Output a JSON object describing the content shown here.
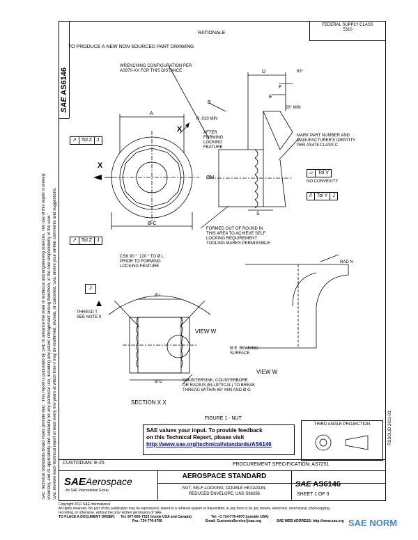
{
  "header": {
    "rationale_label": "RATIONALE",
    "feedback_box_line1": "FEDERAL SUPPLY CLASS",
    "feedback_box_line2": "5310",
    "rationale_text": "TO PRODUCE A NEW NON SOURCED PART DRAWING"
  },
  "side": {
    "doc_number": "AS6146",
    "sae_mark": "SAE",
    "notice_line1": "SAE Technical Standards Board Rules provide that: \"This report is published by SAE to advance the state of technical and engineering sciences. The use of this report is entirely",
    "notice_line2": "voluntary, and its applicability and suitability for any particular use, including any patent infringement arising therefrom, is the sole responsibility of the user.\"",
    "notice_line3": "SAE reviews each technical report at least every five years at which time it may be reaffirmed, revised, or cancelled. SAE invites your written comments and suggestions.",
    "right_code": "RSSOLID 2011-03"
  },
  "drawing": {
    "wrenching_note": "WRENCHING CONFIGURATION PER\nAS870-XX FOR THIS DISTANCE",
    "dim_A": "A",
    "dim_B": "B",
    "dim_D": "D",
    "dim_E": "E",
    "dim_F": "F",
    "dim_S": "S",
    "angle_63": "63°",
    "angle_28": "28° MIN",
    "r010": "R .010 MIN",
    "after_forming": "AFTER\nFORMING\nLOCKING\nFEATURE",
    "mark_note": "MARK PART NUMBER AND\nMANUFACTURER'S IDENTITY\nPER AS478 CLASS C",
    "tol_v": "Tol V",
    "no_convexity": "NO CONVEXITY",
    "tol_y": "Tol Y",
    "ref_J": "J",
    "tol_z_top": "Tol Z",
    "tol_z_bottom": "Tol Z",
    "dia_M": "ØM",
    "dia_C": "Ø C",
    "x_label": "X",
    "formed_note": "FORMED OUT OF ROUND IN\nTHIS AREA TO ACHIEVE SELF\nLOCKING REQUIREMENT\nTOOLING MARKS PERMISSIBLE",
    "csk_note": "CSK 90 °  120 ° TO Ø L\nPRIOR TO FORMING\nLOCKING FEATURE",
    "thread_note": "THREAD T\nSEE NOTE 9",
    "dia_I": "Ø I",
    "dia_G": "Ø G",
    "view_w_callout": "VIEW  W",
    "bearing_note": "Ø E  BEARING\nSURFACE",
    "view_w_title": "VIEW  W",
    "rad_n": "RAD N",
    "countersink_note": "COUNTERSINK, COUNTERBORE\nOR RADIUS (ELLIPTICAL) TO BREAK\nTHREAD WITHIN 85° MIN AND Ø G",
    "section_xx": "SECTION X  X",
    "figure_caption": "FIGURE 1 - NUT",
    "third_angle": "THIRD ANGLE PROJECTION"
  },
  "feedback": {
    "line1": "SAE values your input. To provide feedback",
    "line2": "on this Technical Report, please visit",
    "link": "http://www.sae.org/technical/standards/AS6146"
  },
  "title_block": {
    "custodian": "CUSTODIAN: E-25",
    "procurement": "PROCUREMENT SPECIFICATION: AS7251",
    "logo_sae": "SAE",
    "logo_aerospace": "Aerospace",
    "logo_tagline": "An SAE International Group",
    "standard_title": "AEROSPACE STANDARD",
    "description_line1": "NUT, SELF-LOCKING, DOUBLE HEXAGON,",
    "description_line2": "REDUCED ENVELOPE, UNS S66286",
    "sae_small": "SAE",
    "doc_number": "AS6146",
    "sheet": "SHEET 1 OF 3"
  },
  "footer": {
    "copyright": "Copyright 2011 SAE International",
    "rights": "All rights reserved. No part of this publication may be reproduced, stored in a retrieval system or transmitted, in any form or by any means, electronic, mechanical, photocopying,",
    "rights2": "recording, or otherwise, without the prior written permission of SAE.",
    "order_label": "TO PLACE A DOCUMENT ORDER:",
    "tel1": "Tel: 877-606-7323 (inside USA and Canada)",
    "tel2": "Tel: +1 724-776-4970 (outside USA)",
    "fax": "Fax: 724-776-0790",
    "email": "Email: CustomerService@sae.org",
    "web": "SAE WEB ADDRESS: http://www.sae.org",
    "watermark": "SAE NORM"
  },
  "colors": {
    "link": "#0000cc",
    "watermark": "#2a6fb8"
  }
}
